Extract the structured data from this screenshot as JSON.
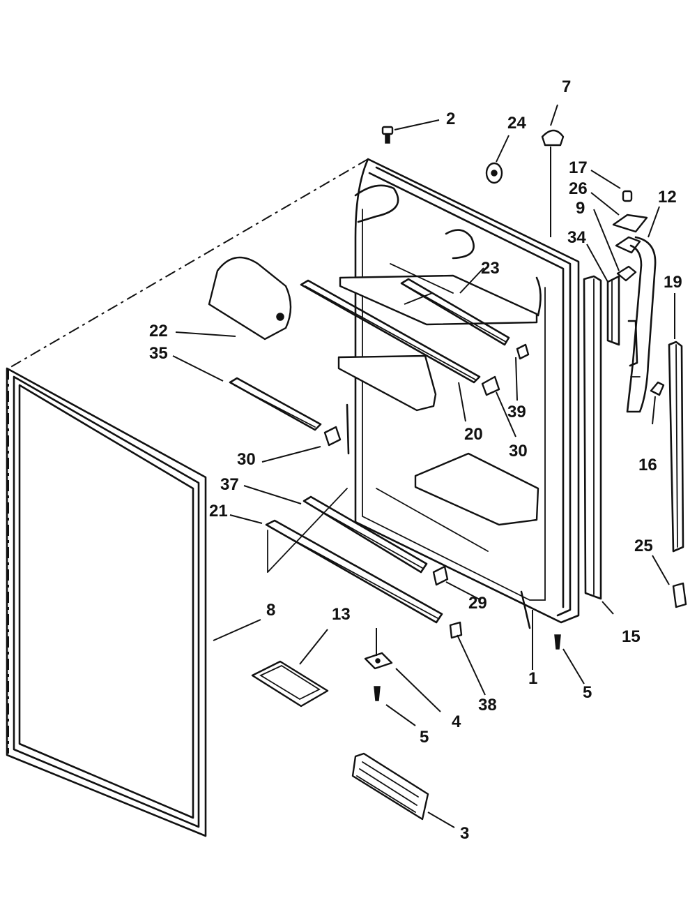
{
  "callouts": [
    {
      "id": "c-2",
      "label": "2"
    },
    {
      "id": "c-24",
      "label": "24"
    },
    {
      "id": "c-7",
      "label": "7"
    },
    {
      "id": "c-17",
      "label": "17"
    },
    {
      "id": "c-26",
      "label": "26"
    },
    {
      "id": "c-12",
      "label": "12"
    },
    {
      "id": "c-9",
      "label": "9"
    },
    {
      "id": "c-34",
      "label": "34"
    },
    {
      "id": "c-19",
      "label": "19"
    },
    {
      "id": "c-23",
      "label": "23"
    },
    {
      "id": "c-22",
      "label": "22"
    },
    {
      "id": "c-35",
      "label": "35"
    },
    {
      "id": "c-39",
      "label": "39"
    },
    {
      "id": "c-20",
      "label": "20"
    },
    {
      "id": "c-30a",
      "label": "30"
    },
    {
      "id": "c-30b",
      "label": "30"
    },
    {
      "id": "c-16",
      "label": "16"
    },
    {
      "id": "c-37",
      "label": "37"
    },
    {
      "id": "c-21",
      "label": "21"
    },
    {
      "id": "c-25",
      "label": "25"
    },
    {
      "id": "c-29",
      "label": "29"
    },
    {
      "id": "c-8",
      "label": "8"
    },
    {
      "id": "c-13",
      "label": "13"
    },
    {
      "id": "c-15",
      "label": "15"
    },
    {
      "id": "c-1",
      "label": "1"
    },
    {
      "id": "c-5a",
      "label": "5"
    },
    {
      "id": "c-38",
      "label": "38"
    },
    {
      "id": "c-4",
      "label": "4"
    },
    {
      "id": "c-5b",
      "label": "5"
    },
    {
      "id": "c-3",
      "label": "3"
    }
  ]
}
